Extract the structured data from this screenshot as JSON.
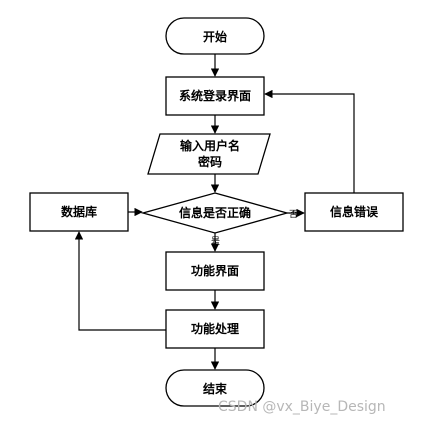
{
  "nodes": {
    "start": "开始",
    "login": "系统登录界面",
    "input_line1": "输入用户名",
    "input_line2": "密码",
    "decision": "信息是否正确",
    "database": "数据库",
    "error": "信息错误",
    "function_ui": "功能界面",
    "function_proc": "功能处理",
    "end": "结束"
  },
  "edges": {
    "yes": "是",
    "no": "否"
  },
  "watermark": "CSDN @vx_Biye_Design"
}
